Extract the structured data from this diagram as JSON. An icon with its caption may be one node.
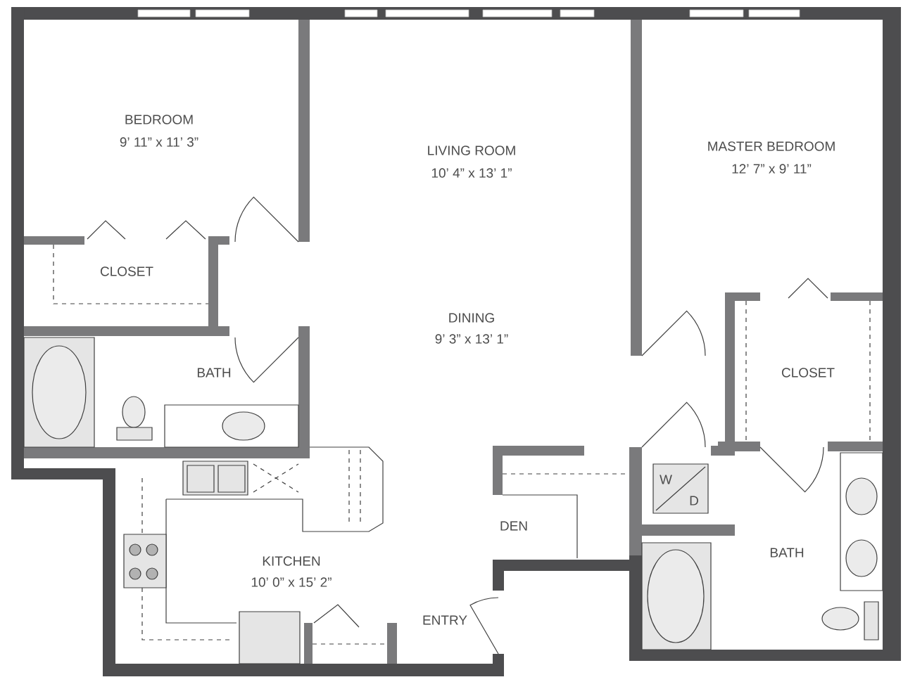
{
  "diagram": {
    "labels": [
      "BEDROOM",
      "9’ 11” x 11’ 3”",
      "LIVING ROOM",
      "10’ 4” x 13’ 1”",
      "MASTER BEDROOM",
      "12’ 7” x 9’ 11”",
      "CLOSET",
      "DINING",
      "9’ 3” x 13’ 1”",
      "BATH",
      "CLOSET",
      "W",
      "D",
      "DEN",
      "BATH",
      "KITCHEN",
      "10’ 0” x 15’ 2”",
      "ENTRY"
    ]
  }
}
